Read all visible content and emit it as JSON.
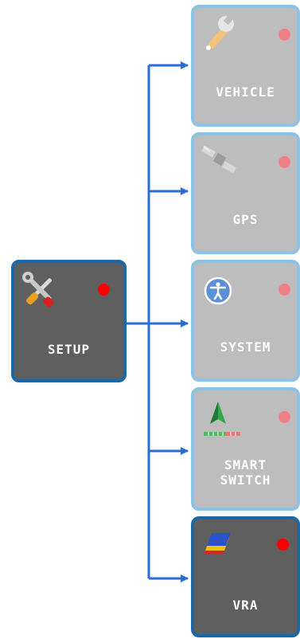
{
  "setup": {
    "label": "SETUP",
    "status_color": "#ff0000"
  },
  "menu": {
    "items": [
      {
        "label": "VEHICLE",
        "icon": "wrench-icon",
        "active": false
      },
      {
        "label": "GPS",
        "icon": "satellite-icon",
        "active": false
      },
      {
        "label": "SYSTEM",
        "icon": "accessibility-icon",
        "active": false
      },
      {
        "label": "SMART\nSWITCH",
        "icon": "smart-switch-icon",
        "active": false
      },
      {
        "label": "VRA",
        "icon": "vra-layers-icon",
        "active": true
      }
    ]
  },
  "colors": {
    "connector": "#2b6dd8",
    "active_border": "#1c67a8",
    "inactive_border": "#8ec3e8",
    "active_fill": "#5f5f5f",
    "inactive_fill": "#bdbdbd",
    "status_active": "#ff0000",
    "status_inactive": "#f07f86"
  }
}
